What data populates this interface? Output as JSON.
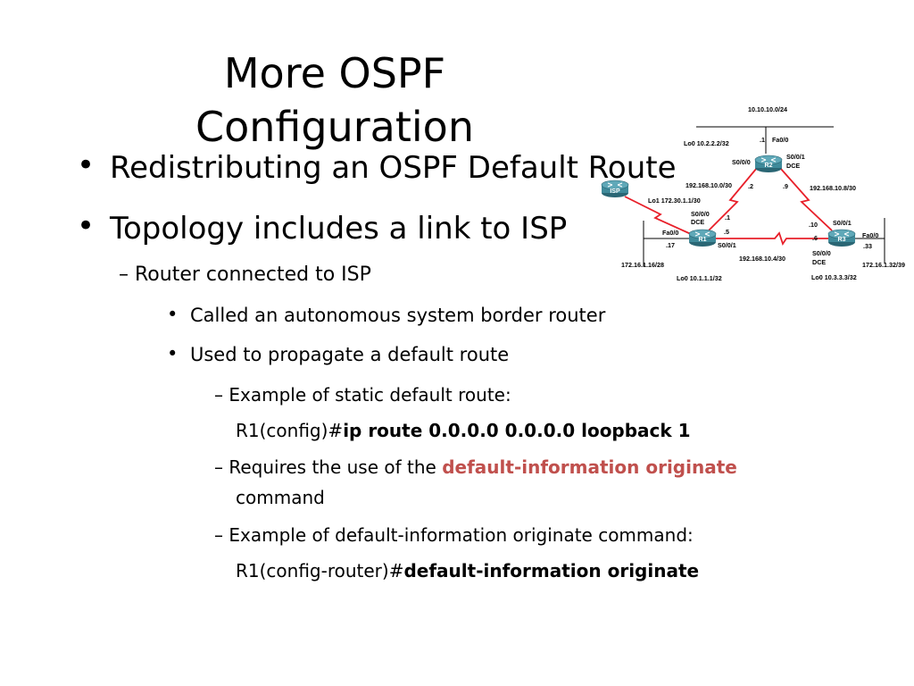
{
  "slide": {
    "title_line1": "More OSPF",
    "title_line2": "Configuration",
    "bullet_glyph": "•",
    "dash_glyph": "–",
    "b1": "Redistributing an OSPF Default Route",
    "b2": "Topology includes a link to ISP",
    "b2_1": "Router connected to ISP",
    "b2_1_1": "Called an autonomous system border router",
    "b2_1_2": "Used to propagate a default route",
    "s1": "Example of static default route:",
    "code1_prefix": "R1(config)#",
    "code1_cmd": "ip route 0.0.0.0 0.0.0.0 loopback 1",
    "s2_before": "Requires the use of the ",
    "s2_highlight": "default-information originate",
    "s2_after": "command",
    "s3": "Example of default-information originate command:",
    "code2_prefix": "R1(config-router)#",
    "code2_cmd": "default-information originate",
    "highlight_color": "#c0504d"
  },
  "topology": {
    "routers": {
      "r1": "R1",
      "r2": "R2",
      "r3": "R3",
      "isp": "ISP"
    },
    "labels": {
      "net_top": "10.10.10.0/24",
      "r2_fa_host": ".1",
      "r2_fa": "Fa0/0",
      "r2_lo": "Lo0 10.2.2.2/32",
      "r2_s000": "S0/0/0",
      "r2_s001": "S0/0/1",
      "r2_dce": "DCE",
      "net_r1r2": "192.168.10.0/30",
      "r2_left_host": ".2",
      "r2_right_host": ".9",
      "net_r2r3": "192.168.10.8/30",
      "r1_lo1": "Lo1 172.30.1.1/30",
      "r1_upper_host": ".1",
      "r1_s000": "S0/0/0",
      "r1_dce": "DCE",
      "r1_fa": "Fa0/0",
      "r1_right_host": ".5",
      "r1_s001": "S0/0/1",
      "r1_lan_host": ".17",
      "net_r1_lan": "172.16.1.16/28",
      "r1_lo0": "Lo0 10.1.1.1/32",
      "net_r1r3": "192.168.10.4/30",
      "r3_upper_host": ".10",
      "r3_s001": "S0/0/1",
      "r3_lower_host": ".6",
      "r3_s000": "S0/0/0",
      "r3_dce": "DCE",
      "r3_fa": "Fa0/0",
      "r3_lan_host": ".33",
      "net_r3_lan": "172.16.1.32/39",
      "r3_lo0": "Lo0 10.3.3.3/32"
    },
    "colors": {
      "router": "#3f8a9a",
      "router_dark": "#2a6674",
      "serial": "#e8202a",
      "wire": "#000000"
    }
  }
}
